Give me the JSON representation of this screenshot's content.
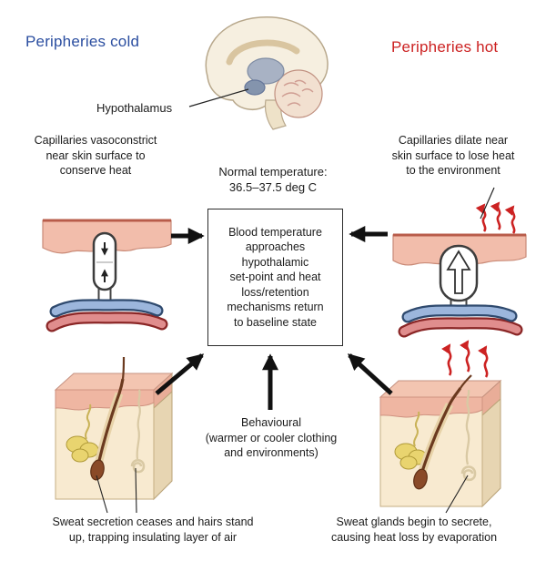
{
  "headings": {
    "cold": "Peripheries cold",
    "hot": "Peripheries hot"
  },
  "brain": {
    "hypothalamus_label": "Hypothalamus",
    "normal_temperature": "Normal temperature:\n36.5–37.5 deg C"
  },
  "central_box": {
    "text": "Blood temperature\napproaches\nhypothalamic\nset-point and heat\nloss/retention\nmechanisms return\nto baseline state"
  },
  "captions": {
    "capillaries_cold": "Capillaries vasoconstrict\nnear skin surface to\nconserve heat",
    "capillaries_hot": "Capillaries dilate near\nskin surface to lose heat\nto the environment",
    "behavioural": "Behavioural\n(warmer or cooler clothing\nand environments)",
    "sweat_cold": "Sweat secretion ceases and hairs stand\nup, trapping insulating layer of air",
    "sweat_hot": "Sweat glands begin to secrete,\ncausing heat loss by evaporation"
  },
  "colors": {
    "cold_heading": "#2b4ea0",
    "hot_heading": "#cc2222",
    "heat_arrow": "#cc2222",
    "black_arrow": "#111111",
    "skin_pink": "#f2bdab",
    "dermis_cream": "#f8ead0",
    "vein_blue": "#9cb6dc",
    "artery_red": "#e08d8d",
    "sweat_gland_yellow": "#e9d46f"
  }
}
